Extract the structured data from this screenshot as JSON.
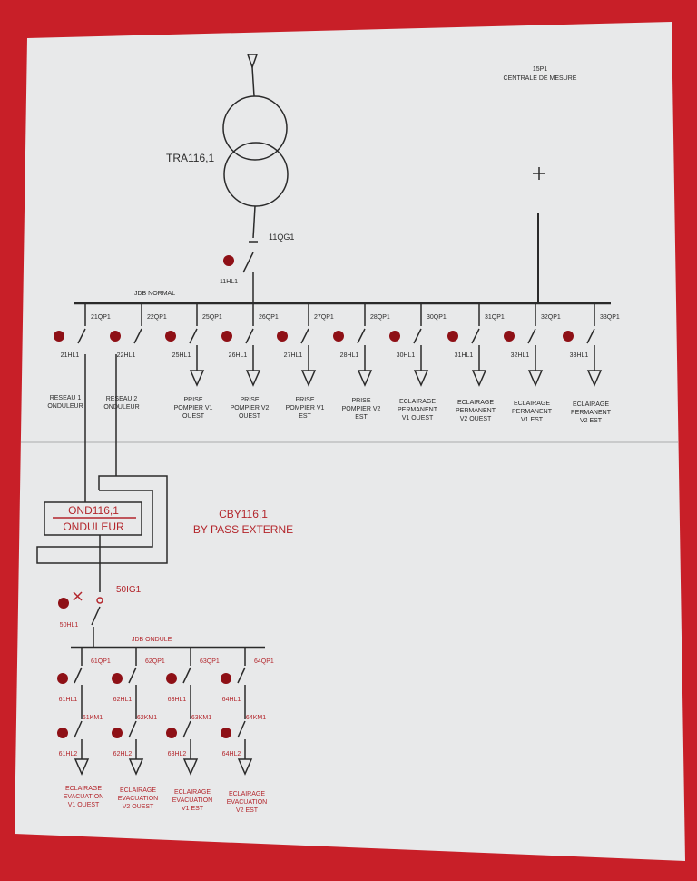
{
  "colors": {
    "background": "#c81f28",
    "panel": "#e8e9ea",
    "ink": "#2a2a2a",
    "accent": "#b3262c",
    "lamp": "#8e1016"
  },
  "top": {
    "measure": {
      "id": "15P1",
      "label": "CENTRALE DE MESURE"
    },
    "transformer": "TRA116,1",
    "main_breaker": "11QG1",
    "main_lamp": "11HL1",
    "bus_label": "JDB NORMAL",
    "feeders": [
      {
        "q": "21QP1",
        "hl": "21HL1",
        "desc": [
          "RESEAU 1",
          "ONDULEUR"
        ]
      },
      {
        "q": "22QP1",
        "hl": "22HL1",
        "desc": [
          "RESEAU 2",
          "ONDULEUR"
        ]
      },
      {
        "q": "25QP1",
        "hl": "25HL1",
        "desc": [
          "PRISE",
          "POMPIER V1",
          "OUEST"
        ]
      },
      {
        "q": "26QP1",
        "hl": "26HL1",
        "desc": [
          "PRISE",
          "POMPIER V2",
          "OUEST"
        ]
      },
      {
        "q": "27QP1",
        "hl": "27HL1",
        "desc": [
          "PRISE",
          "POMPIER V1",
          "EST"
        ]
      },
      {
        "q": "28QP1",
        "hl": "28HL1",
        "desc": [
          "PRISE",
          "POMPIER V2",
          "EST"
        ]
      },
      {
        "q": "30QP1",
        "hl": "30HL1",
        "desc": [
          "ECLAIRAGE",
          "PERMANENT",
          "V1 OUEST"
        ]
      },
      {
        "q": "31QP1",
        "hl": "31HL1",
        "desc": [
          "ECLAIRAGE",
          "PERMANENT",
          "V2 OUEST"
        ]
      },
      {
        "q": "32QP1",
        "hl": "32HL1",
        "desc": [
          "ECLAIRAGE",
          "PERMANENT",
          "V1 EST"
        ]
      },
      {
        "q": "33QP1",
        "hl": "33HL1",
        "desc": [
          "ECLAIRAGE",
          "PERMANENT",
          "V2 EST"
        ]
      }
    ]
  },
  "ups": {
    "box": [
      "OND116,1",
      "ONDULEUR"
    ],
    "bypass": [
      "CBY116,1",
      "BY PASS EXTERNE"
    ]
  },
  "bottom": {
    "breaker": "50IG1",
    "lamp": "50HL1",
    "bus_label": "JDB ONDULE",
    "feeders": [
      {
        "q": "61QP1",
        "hl1": "61HL1",
        "km": "61KM1",
        "hl2": "61HL2",
        "desc": [
          "ECLAIRAGE",
          "EVACUATION",
          "V1 OUEST"
        ]
      },
      {
        "q": "62QP1",
        "hl1": "62HL1",
        "km": "62KM1",
        "hl2": "62HL2",
        "desc": [
          "ECLAIRAGE",
          "EVACUATION",
          "V2 OUEST"
        ]
      },
      {
        "q": "63QP1",
        "hl1": "63HL1",
        "km": "63KM1",
        "hl2": "63HL2",
        "desc": [
          "ECLAIRAGE",
          "EVACUATION",
          "V1 EST"
        ]
      },
      {
        "q": "64QP1",
        "hl1": "64HL1",
        "km": "64KM1",
        "hl2": "64HL2",
        "desc": [
          "ECLAIRAGE",
          "EVACUATION",
          "V2 EST"
        ]
      }
    ]
  }
}
